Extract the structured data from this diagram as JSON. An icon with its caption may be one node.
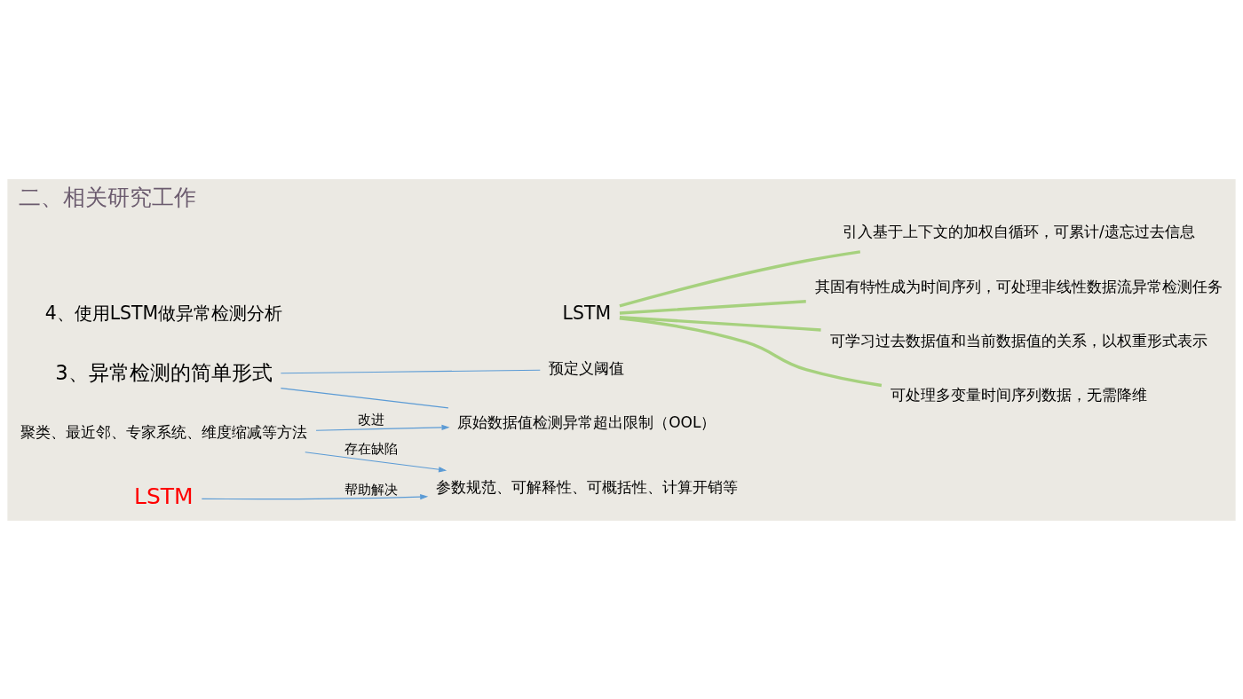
{
  "diagram": {
    "title": "二、相关研究工作",
    "nodes": [
      {
        "text": [
          "3、异常检测的简单形式"
        ]
      },
      {
        "text": [
          "预定义阈值"
        ]
      },
      {
        "text": [
          "原始数据值检测异常超出限制（OOL）"
        ]
      },
      {
        "text": [
          "聚类、最近邻、专家系统、维度缩减等方法"
        ]
      },
      {
        "text": [
          "参数规范、可解释性、可概括性、计算开销等"
        ]
      },
      {
        "text": [
          "LSTM"
        ]
      },
      {
        "text": [
          "LSTM"
        ]
      },
      {
        "text": [
          "引入基于上下文的加权自循环，可累计/遗忘过去信息"
        ]
      },
      {
        "text": [
          "其固有特性成为时间序列，可处理非线性数据流异常检测任务"
        ]
      },
      {
        "text": [
          "可学习过去数据值和当前数据值的关系，以权重形式表示"
        ]
      },
      {
        "text": [
          "可处理多变量时间序列数据，无需降维"
        ]
      }
    ],
    "edges": [
      {
        "from": 0,
        "to": 1,
        "arrow": "none"
      },
      {
        "from": 0,
        "to": 2,
        "arrow": "none"
      },
      {
        "from": 3,
        "to": 2,
        "arrow": "to",
        "label": "改进"
      },
      {
        "from": 3,
        "to": 4,
        "arrow": "to",
        "label": "存在缺陷"
      },
      {
        "from": 5,
        "to": 4,
        "arrow": "to",
        "label": "帮助解决"
      },
      {
        "from": 6,
        "to": 7,
        "arrow": "none",
        "style": "thick",
        "color": "#a6d17e"
      },
      {
        "from": 6,
        "to": 8,
        "arrow": "none",
        "style": "thick",
        "color": "#a6d17e"
      },
      {
        "from": 6,
        "to": 9,
        "arrow": "none",
        "style": "thick",
        "color": "#a6d17e"
      },
      {
        "from": 6,
        "to": 10,
        "arrow": "none",
        "style": "thick",
        "color": "#a6d17e"
      }
    ],
    "labels": [
      "4、使用LSTM做异常检测分析"
    ]
  }
}
